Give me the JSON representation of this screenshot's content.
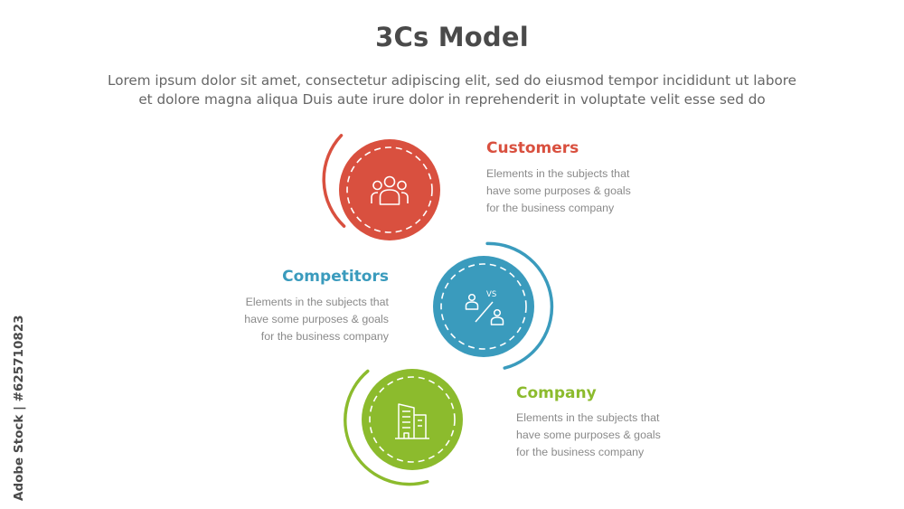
{
  "title": "3Cs Model",
  "subtitle_line1": "Lorem ipsum dolor sit amet, consectetur adipiscing elit, sed do eiusmod tempor incididunt ut labore",
  "subtitle_line2": "et dolore magna aliqua Duis aute irure dolor in reprehenderit in voluptate velit esse sed do",
  "items": [
    {
      "title": "Customers",
      "desc": "Elements in the subjects that\nhave  some purposes & goals\nfor the  business company",
      "color": "#d9503f",
      "icon": "users-group-icon"
    },
    {
      "title": "Competitors",
      "desc": "Elements in the subjects that\nhave  some purposes & goals\nfor the  business company",
      "color": "#3a9bbd",
      "icon": "versus-icon",
      "icon_text": "VS"
    },
    {
      "title": "Company",
      "desc": "Elements in the subjects that\nhave  some purposes & goals\nfor the  business company",
      "color": "#8cbb2d",
      "icon": "office-building-icon"
    }
  ],
  "watermark": "Adobe Stock | #625710823"
}
